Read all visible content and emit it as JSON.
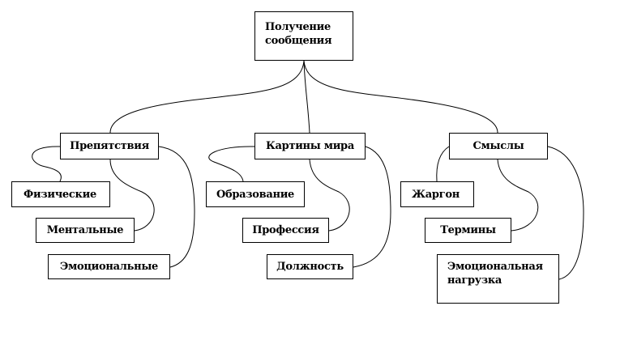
{
  "diagram": {
    "root": {
      "label": "Получение\nсообщения"
    },
    "branches": [
      {
        "label": "Препятствия",
        "children": [
          "Физические",
          "Ментальные",
          "Эмоциональные"
        ]
      },
      {
        "label": "Картины  мира",
        "children": [
          "Образование",
          "Профессия",
          "Должность"
        ]
      },
      {
        "label": "Смыслы",
        "children": [
          "Жаргон",
          "Термины",
          "Эмоциональная\nнагрузка"
        ]
      }
    ]
  }
}
